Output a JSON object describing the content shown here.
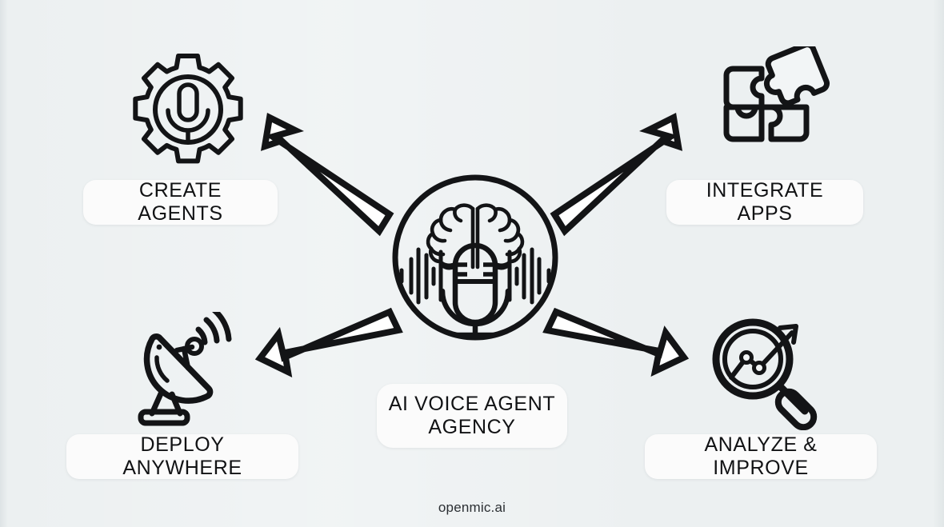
{
  "canvas": {
    "background_color": "#ecf0f1",
    "pill_color": "#fbfbfb",
    "ink_color": "#111111"
  },
  "center": {
    "label": "AI VOICE AGENT\nAGENCY",
    "icon": "brain-microphone-waveform-icon"
  },
  "nodes": [
    {
      "key": "create-agents",
      "label": "CREATE AGENTS",
      "icon": "gear-microphone-icon",
      "position": "top-left"
    },
    {
      "key": "integrate-apps",
      "label": "INTEGRATE APPS",
      "icon": "puzzle-pieces-icon",
      "position": "top-right"
    },
    {
      "key": "deploy-anywhere",
      "label": "DEPLOY ANYWHERE",
      "icon": "satellite-dish-icon",
      "position": "bottom-left"
    },
    {
      "key": "analyze-improve",
      "label": "ANALYZE & IMPROVE",
      "icon": "magnifier-trend-chart-icon",
      "position": "bottom-right"
    }
  ],
  "arrows": [
    {
      "key": "arrow-to-create-agents",
      "direction": "up-left",
      "style": "outlined"
    },
    {
      "key": "arrow-to-integrate-apps",
      "direction": "up-right",
      "style": "outlined"
    },
    {
      "key": "arrow-to-deploy-anywhere",
      "direction": "down-left",
      "style": "outlined"
    },
    {
      "key": "arrow-to-analyze-improve",
      "direction": "down-right",
      "style": "outlined"
    }
  ],
  "footer": {
    "brand": "openmic.ai"
  }
}
